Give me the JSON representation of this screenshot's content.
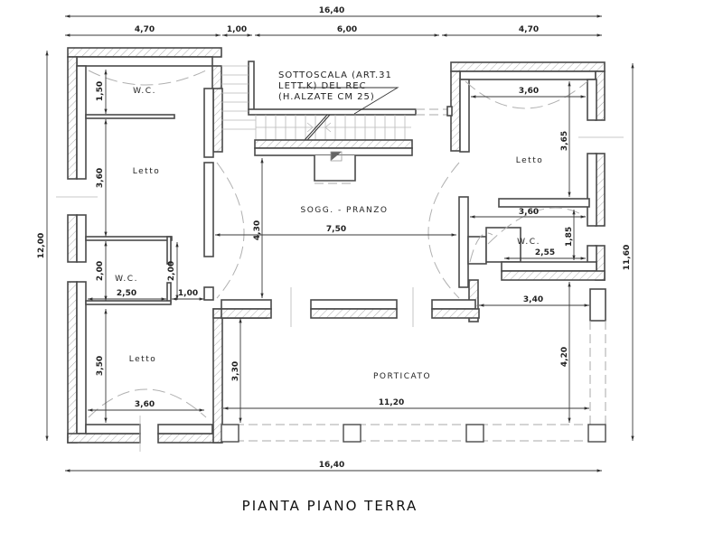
{
  "drawing": {
    "title": "PIANTA PIANO TERRA",
    "line_color": "#4a4a4a",
    "hatch_color": "#9a9a9a"
  },
  "dimensions": {
    "top_total": "16,40",
    "top_segments": [
      "4,70",
      "1,00",
      "6,00",
      "4,70"
    ],
    "bottom_total": "16,40",
    "left_total": "12,00",
    "right_total": "11,60"
  },
  "rooms": {
    "wc_top_left": {
      "label": "W.C.",
      "height": "1,50"
    },
    "letto_top_left": {
      "label": "Letto",
      "height": "3,60"
    },
    "wc_mid_left": {
      "label": "W.C.",
      "height_left": "2,00",
      "height_right": "2,00",
      "width": "2,50",
      "corridor": "1,00"
    },
    "letto_bottom_left": {
      "label": "Letto",
      "height": "3,50",
      "width": "3,60"
    },
    "soggiorno": {
      "label": "SOGG. - PRANZO",
      "width": "7,50",
      "height": "4,30"
    },
    "letto_right": {
      "label": "Letto",
      "width": "3,60",
      "height": "3,65"
    },
    "wc_right": {
      "label": "W.C.",
      "width": "3,60",
      "inner_width": "2,55",
      "height": "1,85"
    },
    "porticato": {
      "label": "PORTICATO",
      "width": "11,20",
      "height_left": "3,30",
      "height_right": "4,20",
      "top_width": "3,40"
    }
  },
  "stair_note": {
    "line1": "SOTTOSCALA (ART.31",
    "line2": "LETT.K) DEL REC",
    "line3": "(H.ALZATE CM 25)"
  }
}
